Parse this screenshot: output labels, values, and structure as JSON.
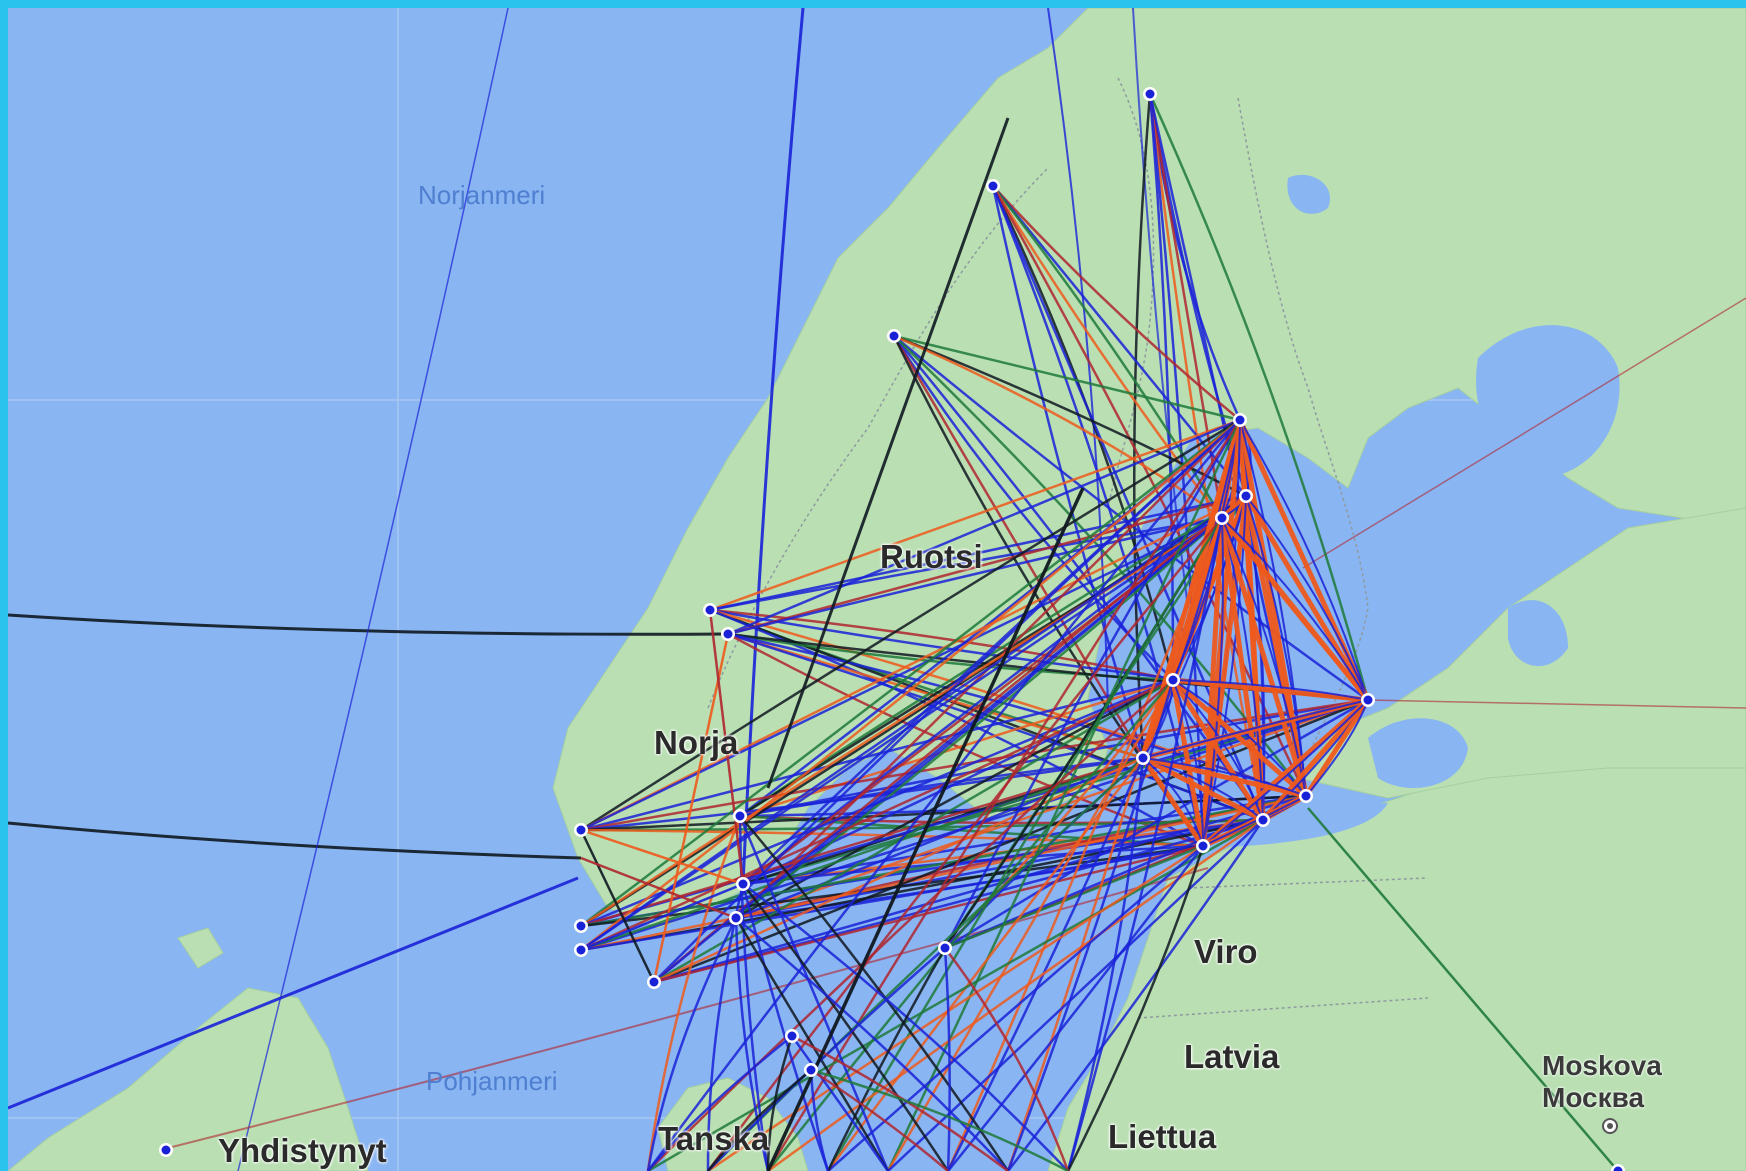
{
  "map": {
    "labels": {
      "norjanmeri": "Norjanmeri",
      "pohjanmeri": "Pohjanmeri",
      "ruotsi": "Ruotsi",
      "norja": "Norja",
      "viro": "Viro",
      "latvia": "Latvia",
      "liettua": "Liettua",
      "tanska": "Tanska",
      "yhdistynyt": "Yhdistynyt",
      "moskova": "Moskova",
      "moskva_cyrillic": "Москва"
    },
    "colors": {
      "frame": "#2ac3ee",
      "sea": "#89b5f2",
      "land": "#b9dfb2",
      "route_blue": "#1a22d8",
      "route_red": "#b0262f",
      "route_orange": "#ee5a1c",
      "route_green": "#1f7a3a",
      "route_black": "#0f1820",
      "marker": "#1a22d8"
    }
  }
}
